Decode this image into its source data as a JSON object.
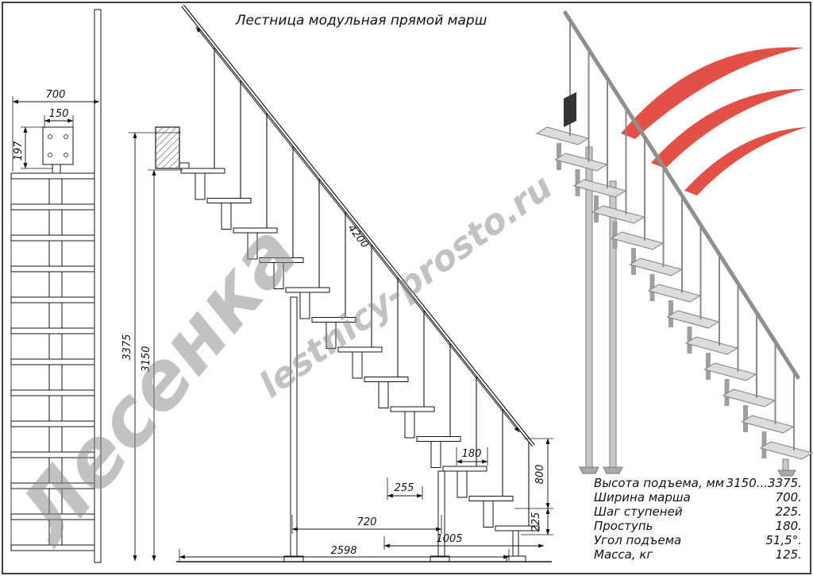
{
  "title": "Лестница модульная прямой марш",
  "watermarks": {
    "brand": "Лесенка",
    "site": "lestnicy-prosto.ru"
  },
  "front_view": {
    "dims": {
      "width": "700",
      "post_width": "150",
      "top_height": "197"
    }
  },
  "side_view": {
    "dims": {
      "total_height": "3375",
      "clear_height": "3150",
      "rail_length": "4200",
      "run_mid": "720",
      "run_total": "2598",
      "run_lower": "1005",
      "overlap_a": "255",
      "overlap_b": "180",
      "riser": "225",
      "bottom_height": "800"
    }
  },
  "specs": {
    "rows": [
      {
        "label": "Высота подъема, мм",
        "value": "3150...3375."
      },
      {
        "label": "Ширина марша",
        "value": "700."
      },
      {
        "label": "Шаг ступеней",
        "value": "225."
      },
      {
        "label": "Проступь",
        "value": "180."
      },
      {
        "label": "Угол подъема",
        "value": "51,5°."
      },
      {
        "label": "Масса, кг",
        "value": "125."
      }
    ]
  }
}
